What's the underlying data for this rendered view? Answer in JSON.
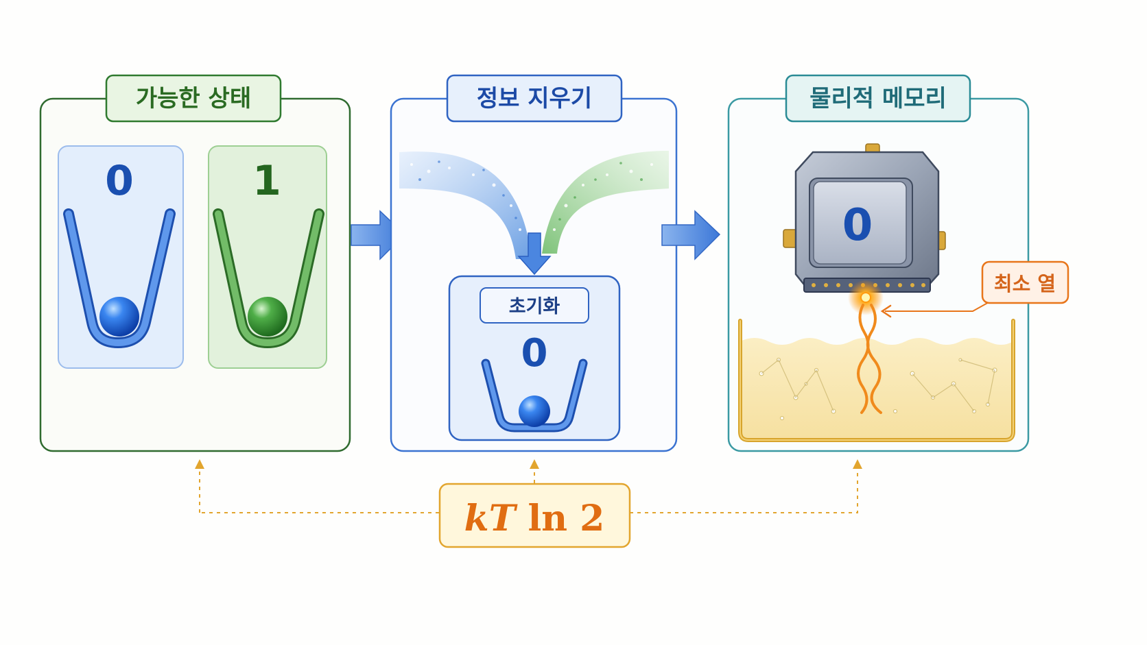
{
  "panels": {
    "possible_states": {
      "title": "가능한 상태",
      "state0_label": "0",
      "state1_label": "1"
    },
    "erasure": {
      "title": "정보 지우기",
      "reset_label": "초기화",
      "reset_value": "0"
    },
    "memory": {
      "title": "물리적 메모리",
      "device_value": "0",
      "heat_label": "최소 열"
    }
  },
  "formula": {
    "k": "k",
    "T": "T",
    "rest": " ln 2"
  },
  "colors": {
    "green": "#2e7d32",
    "blue": "#1a4fb0",
    "teal": "#2a8b95",
    "orange": "#e8751a",
    "gold": "#e2a52e"
  }
}
